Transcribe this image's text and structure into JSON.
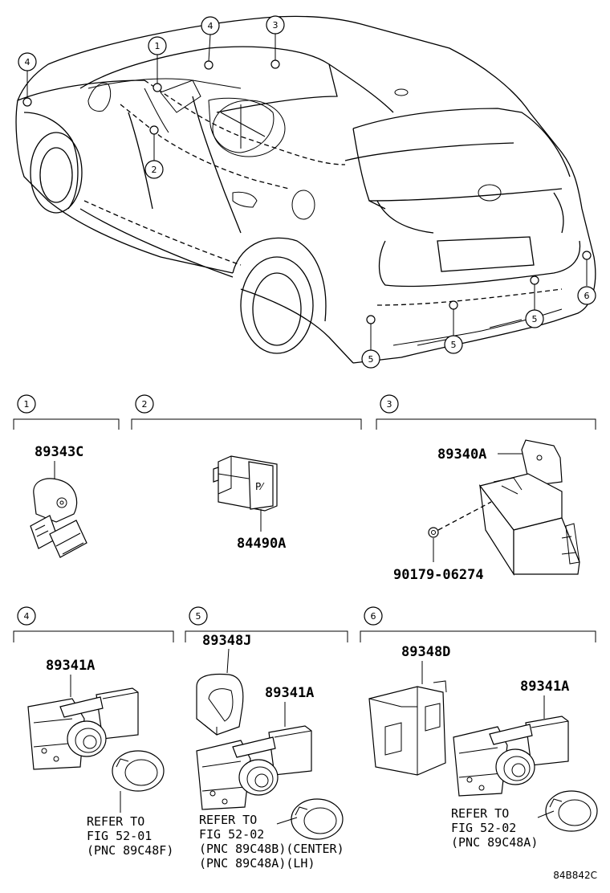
{
  "callouts": {
    "c1": "1",
    "c2": "2",
    "c3": "3",
    "c4a": "4",
    "c4b": "4",
    "c5a": "5",
    "c5b": "5",
    "c5c": "5",
    "c6": "6"
  },
  "sections": [
    {
      "num": "1",
      "parts": [
        "89343C"
      ]
    },
    {
      "num": "2",
      "parts": [
        "84490A"
      ]
    },
    {
      "num": "3",
      "parts": [
        "89340A",
        "90179-06274"
      ]
    },
    {
      "num": "4",
      "parts": [
        "89341A"
      ],
      "ref": [
        "REFER TO",
        "FIG 52-01",
        "(PNC 89C48F)"
      ]
    },
    {
      "num": "5",
      "parts": [
        "89348J",
        "89341A"
      ],
      "ref": [
        "REFER TO",
        "FIG 52-02",
        "(PNC 89C48B)(CENTER)",
        "(PNC 89C48A)(LH)"
      ]
    },
    {
      "num": "6",
      "parts": [
        "89348D",
        "89341A"
      ],
      "ref": [
        "REFER TO",
        "FIG 52-02",
        "(PNC 89C48A)"
      ]
    }
  ],
  "switch_text": "P⁄",
  "diagram_code": "84B842C"
}
